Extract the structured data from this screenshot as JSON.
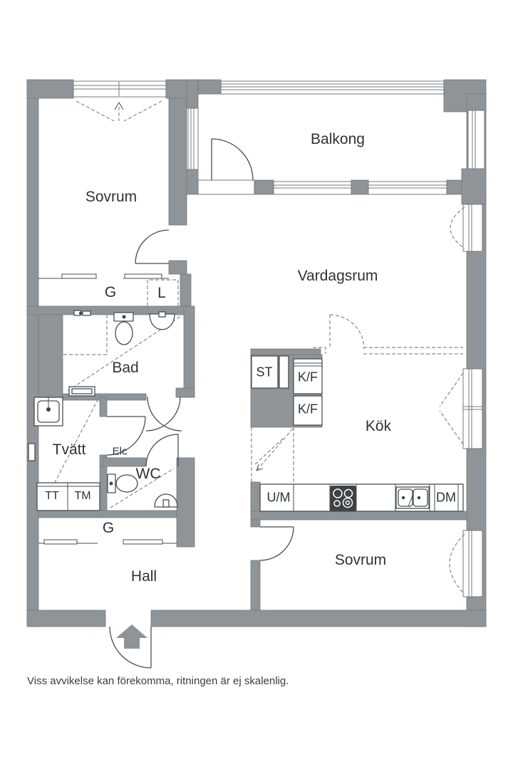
{
  "labels": {
    "sovrum_top": "Sovrum",
    "balkong": "Balkong",
    "vardagsrum": "Vardagsrum",
    "g_top": "G",
    "l_top": "L",
    "bad": "Bad",
    "tvatt": "Tvätt",
    "elc": "Elc",
    "wc": "WC",
    "tt": "TT",
    "tm": "TM",
    "g_mid": "G",
    "hall": "Hall",
    "st": "ST",
    "kf_1": "K/F",
    "kf_2": "K/F",
    "kok": "Kök",
    "um": "U/M",
    "dm": "DM",
    "sovrum_bottom": "Sovrum"
  },
  "footer": {
    "disclaimer": "Viss avvikelse kan förekomma, ritningen är ej skalenlig."
  },
  "colors": {
    "wall": "#8F9498",
    "wallstroke": "#74797D",
    "line": "#4A4E51",
    "dash": "#85898C",
    "text": "#2F3234",
    "fixture": "#3E4245"
  }
}
